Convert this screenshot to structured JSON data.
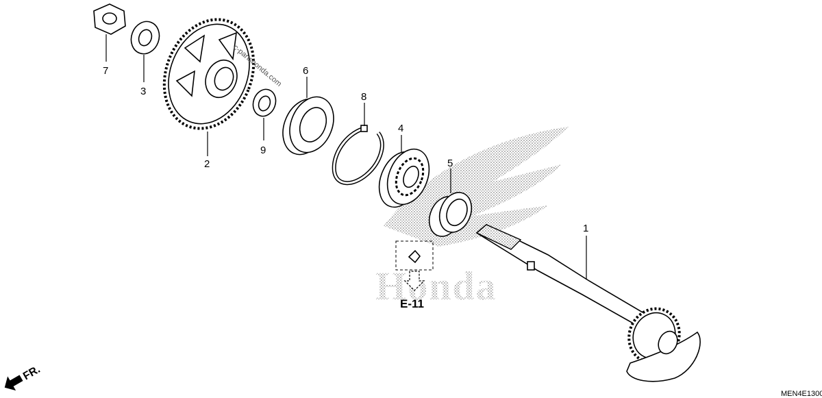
{
  "diagram": {
    "callouts": [
      {
        "id": "7",
        "label": "7"
      },
      {
        "id": "3",
        "label": "3"
      },
      {
        "id": "2",
        "label": "2"
      },
      {
        "id": "9",
        "label": "9"
      },
      {
        "id": "6",
        "label": "6"
      },
      {
        "id": "8",
        "label": "8"
      },
      {
        "id": "4",
        "label": "4"
      },
      {
        "id": "5",
        "label": "5"
      },
      {
        "id": "1",
        "label": "1"
      }
    ],
    "reference_label": "E-11",
    "direction_label": "FR.",
    "drawing_code": "MEN4E1300",
    "watermark_text": "Honda",
    "watermark_domain": "c-partshonda.com"
  }
}
